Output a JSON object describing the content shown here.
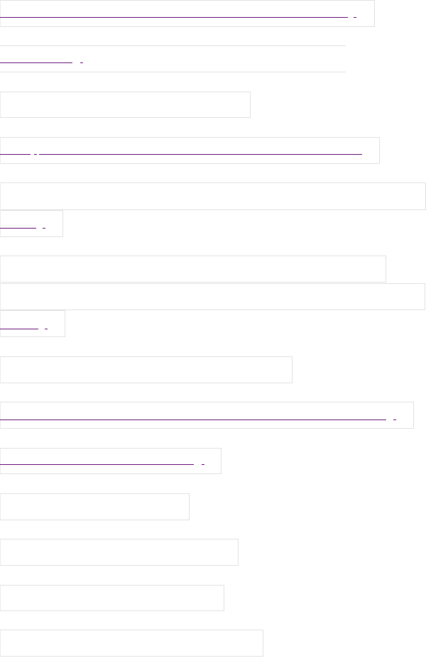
{
  "colors": {
    "box_border": "#e3e3e3",
    "visited_link": "#6f1f7f",
    "muted_mark": "#8f8f8f",
    "background": "#ffffff"
  },
  "blocks": [
    {
      "name": "link-box-1",
      "kind": "link-box"
    },
    {
      "name": "link-row-2",
      "kind": "link-row"
    },
    {
      "name": "empty-box-3",
      "kind": "empty-box"
    },
    {
      "name": "link-box-4",
      "kind": "link-box"
    },
    {
      "name": "empty-box-5",
      "kind": "empty-box"
    },
    {
      "name": "link-box-6",
      "kind": "link-box"
    },
    {
      "name": "empty-box-7",
      "kind": "empty-box"
    },
    {
      "name": "empty-box-8",
      "kind": "empty-box"
    },
    {
      "name": "link-box-9",
      "kind": "link-box"
    },
    {
      "name": "empty-box-10",
      "kind": "empty-box"
    },
    {
      "name": "link-box-11",
      "kind": "link-box"
    },
    {
      "name": "link-box-12",
      "kind": "link-box"
    },
    {
      "name": "empty-box-13",
      "kind": "empty-box"
    },
    {
      "name": "empty-box-14",
      "kind": "empty-box"
    },
    {
      "name": "empty-box-15",
      "kind": "empty-box"
    },
    {
      "name": "empty-box-16",
      "kind": "empty-box"
    }
  ]
}
